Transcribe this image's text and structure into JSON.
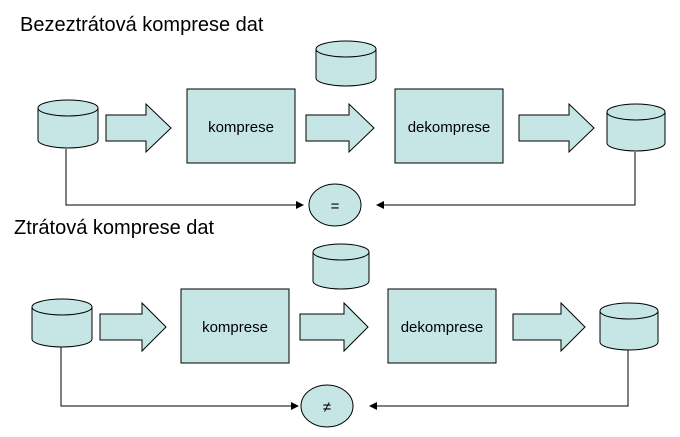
{
  "lossless": {
    "title": "Bezeztrátová komprese dat",
    "compress_label": "komprese",
    "decompress_label": "dekomprese",
    "result_symbol": "="
  },
  "lossy": {
    "title": "Ztrátová komprese dat",
    "compress_label": "komprese",
    "decompress_label": "dekomprese",
    "result_symbol": "≠"
  },
  "colors": {
    "fill": "#c6e6e6",
    "stroke": "#000000"
  }
}
